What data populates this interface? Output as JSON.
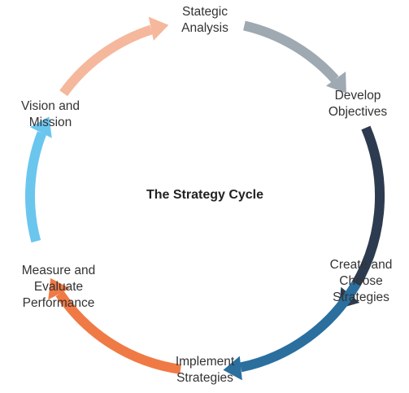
{
  "diagram": {
    "title": "The Strategy Cycle",
    "nodes": [
      {
        "id": "strategic-analysis",
        "lines": [
          "Stategic",
          "Analysis"
        ]
      },
      {
        "id": "develop-objectives",
        "lines": [
          "Develop",
          "Objectives"
        ]
      },
      {
        "id": "create-choose-strategies",
        "lines": [
          "Create and",
          "Choose",
          "Strategies"
        ]
      },
      {
        "id": "implement-strategies",
        "lines": [
          "Implement",
          "Strategies"
        ]
      },
      {
        "id": "measure-evaluate-performance",
        "lines": [
          "Measure and",
          "Evaluate",
          "Performance"
        ]
      },
      {
        "id": "vision-mission",
        "lines": [
          "Vision and",
          "Mission"
        ]
      }
    ],
    "arrows": [
      {
        "from": "strategic-analysis",
        "to": "develop-objectives",
        "color": "#9EA9B2"
      },
      {
        "from": "develop-objectives",
        "to": "create-choose-strategies",
        "color": "#2D3B50"
      },
      {
        "from": "create-choose-strategies",
        "to": "implement-strategies",
        "color": "#2A6F9E"
      },
      {
        "from": "implement-strategies",
        "to": "measure-evaluate-performance",
        "color": "#F07A45"
      },
      {
        "from": "measure-evaluate-performance",
        "to": "vision-mission",
        "color": "#6BC6EE"
      },
      {
        "from": "vision-mission",
        "to": "strategic-analysis",
        "color": "#F5B89D"
      }
    ]
  }
}
